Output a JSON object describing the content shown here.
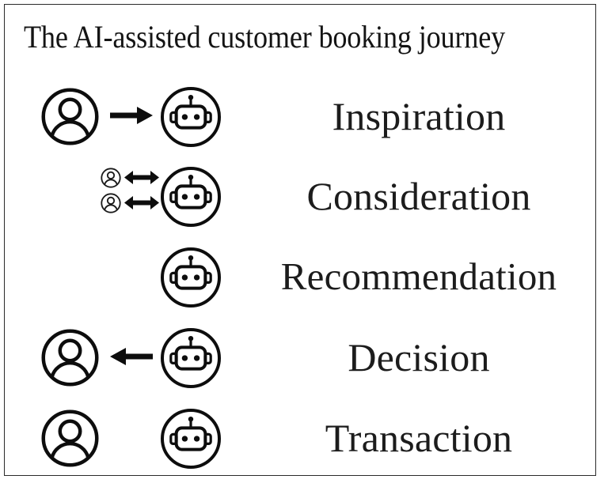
{
  "figure": {
    "title": "The AI-assisted customer booking journey",
    "frame_color": "#2b2b2b",
    "background_color": "#ffffff",
    "ink_color": "#141414"
  },
  "stages": [
    {
      "label": "Inspiration",
      "icons": [
        "person-icon",
        "arrow-right-icon",
        "robot-icon"
      ],
      "interaction": "person-to-robot"
    },
    {
      "label": "Consideration",
      "icons": [
        "person-icon-small",
        "person-icon-small",
        "arrow-bidirectional-icon",
        "arrow-bidirectional-icon",
        "robot-icon"
      ],
      "interaction": "people-and-robot-two-way"
    },
    {
      "label": "Recommendation",
      "icons": [
        "robot-icon"
      ],
      "interaction": "robot-only"
    },
    {
      "label": "Decision",
      "icons": [
        "robot-icon",
        "arrow-left-icon",
        "person-icon"
      ],
      "interaction": "robot-to-person"
    },
    {
      "label": "Transaction",
      "icons": [
        "person-icon",
        "robot-icon"
      ],
      "interaction": "person-and-robot"
    }
  ]
}
